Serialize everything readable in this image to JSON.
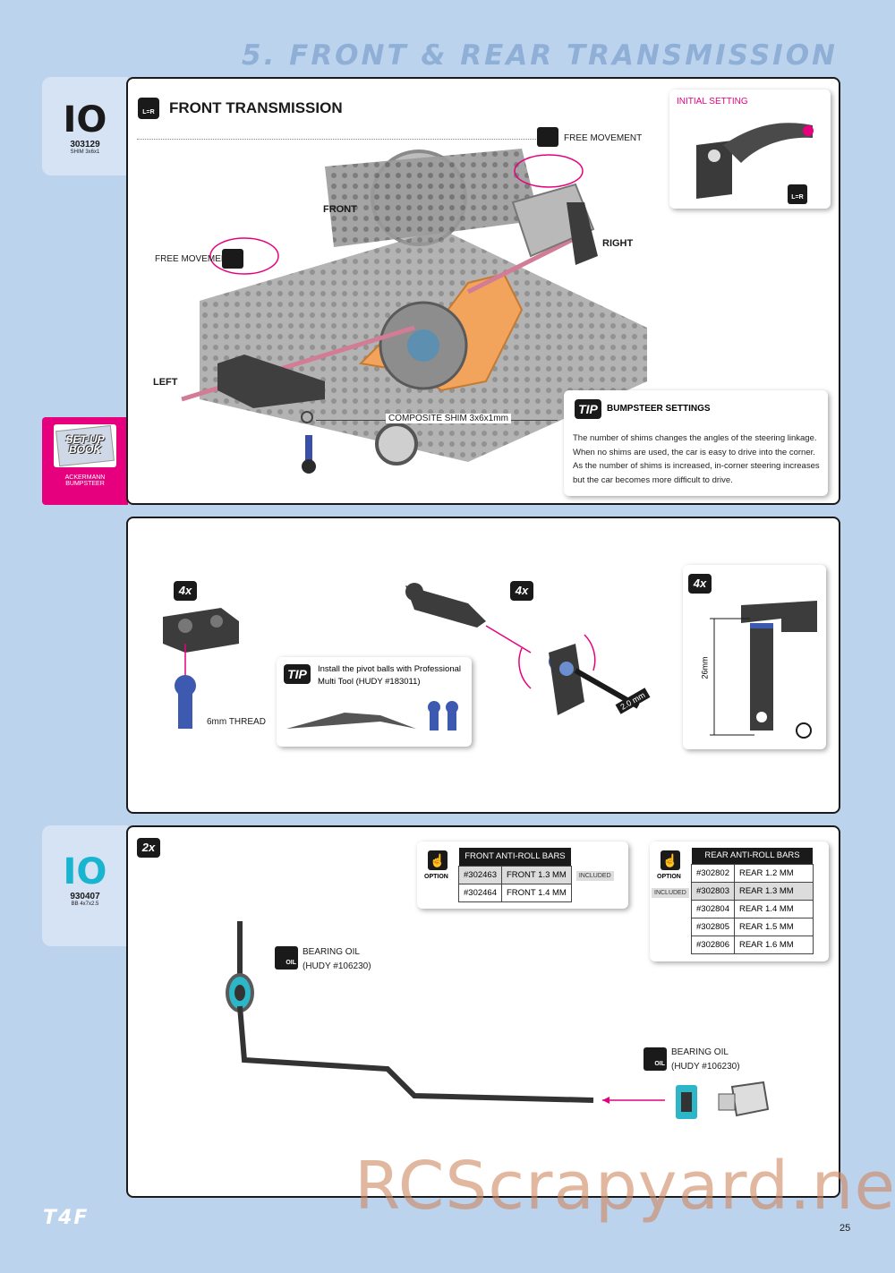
{
  "page": {
    "section_title": "5. FRONT & REAR TRANSMISSION",
    "logo": "T4F",
    "page_number": "25",
    "watermark": "RCScrapyard.net"
  },
  "step1": {
    "part_icon": "IO",
    "part_number": "303129",
    "part_desc": "SHIM 3x6x1",
    "title": "FRONT TRANSMISSION",
    "lr_icon": "L=R",
    "free_movement_right": "FREE MOVEMENT",
    "free_movement_left": "FREE MOVEMENT",
    "front_label": "FRONT",
    "right_label": "RIGHT",
    "left_label": "LEFT",
    "shim_label": "COMPOSITE SHIM 3x6x1mm",
    "initial_setting": {
      "title": "INITIAL SETTING",
      "lr_icon": "L=R"
    },
    "tip": {
      "badge": "TIP",
      "title": "BUMPSTEER SETTINGS",
      "text": "The number of shims changes the angles of the steering linkage. When no shims are used, the car is easy to drive into the corner. As the number of shims is increased, in-corner steering increases but the car becomes more difficult to drive."
    },
    "setup_book": {
      "label": "SET-UP BOOK",
      "line1": "ACKERMANN",
      "line2": "BUMPSTEER"
    }
  },
  "step2": {
    "qty1": "4x",
    "qty2": "4x",
    "qty3": "4x",
    "thread_label": "6mm THREAD",
    "tip_badge": "TIP",
    "tip_text": "Install the pivot balls with Professional Multi Tool (HUDY #183011)",
    "tool_label": "2.0 mm",
    "dim_label": "26mm"
  },
  "step3": {
    "part_icon": "IO",
    "part_number": "930407",
    "part_desc": "BB 4x7x2.5",
    "qty": "2x",
    "oil1_line1": "BEARING OIL",
    "oil1_line2": "(HUDY #106230)",
    "oil2_line1": "BEARING OIL",
    "oil2_line2": "(HUDY #106230)",
    "oil_icon": "OIL",
    "option_label": "OPTION",
    "front_bars": {
      "title": "FRONT ANTI-ROLL BARS",
      "rows": [
        {
          "code": "#302463",
          "name": "FRONT 1.3 MM",
          "note": "INCLUDED"
        },
        {
          "code": "#302464",
          "name": "FRONT 1.4 MM",
          "note": ""
        }
      ]
    },
    "rear_bars": {
      "title": "REAR ANTI-ROLL BARS",
      "included_label": "INCLUDED",
      "rows": [
        {
          "code": "#302802",
          "name": "REAR 1.2 MM"
        },
        {
          "code": "#302803",
          "name": "REAR 1.3 MM"
        },
        {
          "code": "#302804",
          "name": "REAR 1.4 MM"
        },
        {
          "code": "#302805",
          "name": "REAR 1.5 MM"
        },
        {
          "code": "#302806",
          "name": "REAR 1.6 MM"
        }
      ]
    }
  },
  "colors": {
    "background": "#bcd3ee",
    "accent_magenta": "#e6007e",
    "accent_cyan": "#19b4cf",
    "part_orange": "#f2a35c"
  }
}
